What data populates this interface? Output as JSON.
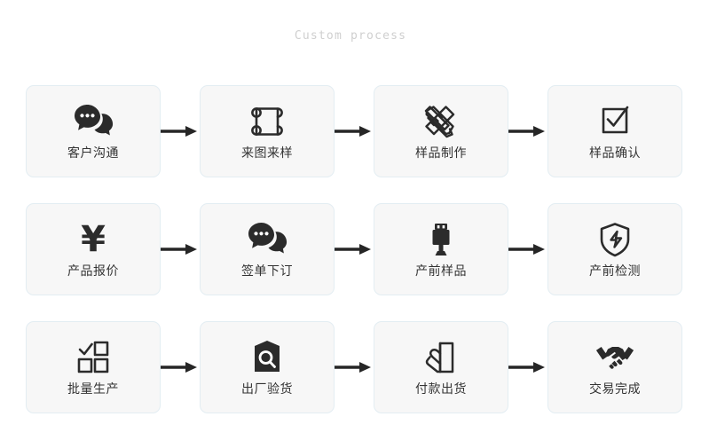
{
  "header": {
    "title": "Custom process"
  },
  "colors": {
    "page_background": "#ffffff",
    "card_background": "#f7f7f7",
    "card_border": "#e3edf2",
    "label_text": "#333333",
    "title_text": "#cfcfcf",
    "icon": "#2b2b2b",
    "arrow": "#262626"
  },
  "flow": {
    "arrow_symbol": "right-arrow",
    "rows": [
      {
        "steps": [
          {
            "index": 1,
            "label": "客户沟通",
            "icon": "chat-bubbles-icon"
          },
          {
            "index": 2,
            "label": "来图来样",
            "icon": "scroll-drawing-icon"
          },
          {
            "index": 3,
            "label": "样品制作",
            "icon": "pencil-ruler-icon"
          },
          {
            "index": 4,
            "label": "样品确认",
            "icon": "checkbox-check-icon"
          }
        ]
      },
      {
        "steps": [
          {
            "index": 5,
            "label": "产品报价",
            "icon": "yen-currency-icon"
          },
          {
            "index": 6,
            "label": "签单下订",
            "icon": "chat-bubbles-icon"
          },
          {
            "index": 7,
            "label": "产前样品",
            "icon": "usb-connector-icon"
          },
          {
            "index": 8,
            "label": "产前检测",
            "icon": "shield-bolt-icon"
          }
        ]
      },
      {
        "steps": [
          {
            "index": 9,
            "label": "批量生产",
            "icon": "squares-check-icon"
          },
          {
            "index": 10,
            "label": "出厂验货",
            "icon": "box-magnifier-icon"
          },
          {
            "index": 11,
            "label": "付款出货",
            "icon": "hand-card-icon"
          },
          {
            "index": 12,
            "label": "交易完成",
            "icon": "handshake-icon"
          }
        ]
      }
    ]
  }
}
